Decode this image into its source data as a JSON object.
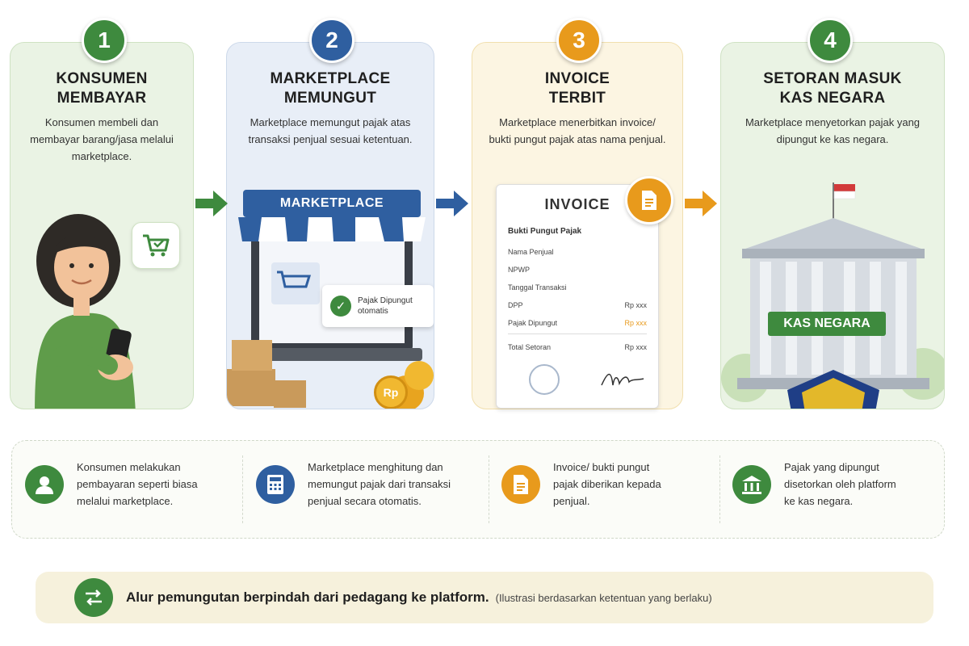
{
  "steps": [
    {
      "number": "1",
      "title_line1": "KONSUMEN",
      "title_line2": "MEMBAYAR",
      "desc": "Konsumen membeli dan membayar barang/jasa melalui marketplace.",
      "color": "#3e8a3e"
    },
    {
      "number": "2",
      "title_line1": "MARKETPLACE",
      "title_line2": "MEMUNGUT",
      "desc": "Marketplace memungut pajak atas transaksi penjual sesuai ketentuan.",
      "color": "#2f5fa0"
    },
    {
      "number": "3",
      "title_line1": "INVOICE",
      "title_line2": "TERBIT",
      "desc": "Marketplace menerbitkan invoice/ bukti pungut pajak atas nama penjual.",
      "color": "#e89a1c"
    },
    {
      "number": "4",
      "title_line1": "SETORAN MASUK",
      "title_line2": "KAS NEGARA",
      "desc": "Marketplace menyetorkan pajak yang dipungut ke kas negara.",
      "color": "#3e8a3e"
    }
  ],
  "marketplace": {
    "sign": "MARKETPLACE",
    "popup_line1": "Pajak Dipungut",
    "popup_line2": "otomatis",
    "coin_label": "Rp"
  },
  "invoice": {
    "heading": "INVOICE",
    "subheading": "Bukti Pungut Pajak",
    "fields": [
      {
        "label": "Nama Penjual",
        "value": ""
      },
      {
        "label": "NPWP",
        "value": ""
      },
      {
        "label": "Tanggal Transaksi",
        "value": ""
      },
      {
        "label": "DPP",
        "value": "Rp xxx"
      },
      {
        "label": "Pajak Dipungut",
        "value": "Rp xxx"
      }
    ],
    "total_label": "Total Setoran",
    "total_value": "Rp xxx"
  },
  "kas_negara": {
    "sign": "KAS NEGARA"
  },
  "summary": [
    {
      "icon": "user-icon",
      "text_line1": "Konsumen melakukan",
      "text_line2": "pembayaran seperti biasa",
      "text_line3": "melalui marketplace.",
      "color": "#3e8a3e"
    },
    {
      "icon": "calculator-icon",
      "text_line1": "Marketplace menghitung dan",
      "text_line2": "memungut pajak dari transaksi",
      "text_line3": "penjual secara otomatis.",
      "color": "#2f5fa0"
    },
    {
      "icon": "document-icon",
      "text_line1": "Invoice/ bukti pungut",
      "text_line2": "pajak diberikan kepada",
      "text_line3": "penjual.",
      "color": "#e89a1c"
    },
    {
      "icon": "bank-icon",
      "text_line1": "Pajak yang dipungut",
      "text_line2": "disetorkan oleh platform",
      "text_line3": "ke kas negara.",
      "color": "#3e8a3e"
    }
  ],
  "footer": {
    "icon": "swap-arrows-icon",
    "main": "Alur pemungutan berpindah dari pedagang ke platform.",
    "note": "(Ilustrasi berdasarkan ketentuan yang berlaku)"
  }
}
